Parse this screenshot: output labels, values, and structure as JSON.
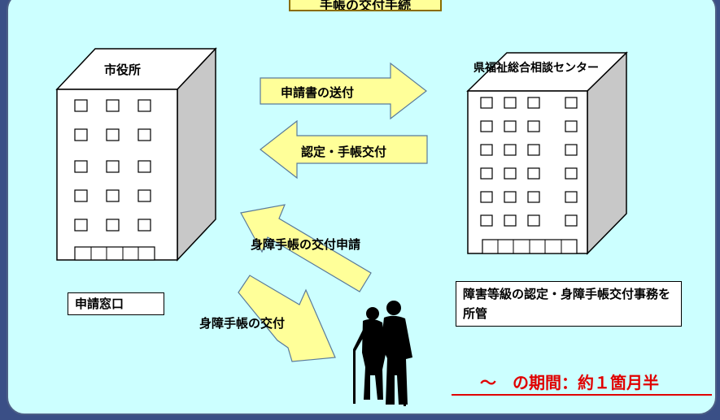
{
  "title": "手帳の交付手続",
  "buildings": {
    "left": {
      "name": "市役所",
      "box_label": "申請窓口"
    },
    "right": {
      "name": "県福祉総合相談センター",
      "box_label": "障害等級の認定・身障手帳交付事務を所管"
    }
  },
  "arrows": {
    "send": "申請書の送付",
    "certify": "認定・手帳交付",
    "apply": "身障手帳の交付申請",
    "issue": "身障手帳の交付"
  },
  "note": "～　の期間：約１箇月半",
  "colors": {
    "background": "#ccffff",
    "arrow_fill": "#ffff99",
    "note": "#e00000",
    "outer": "#3a4f86"
  },
  "icons": {
    "people": "elderly-couple-silhouette-icon"
  }
}
